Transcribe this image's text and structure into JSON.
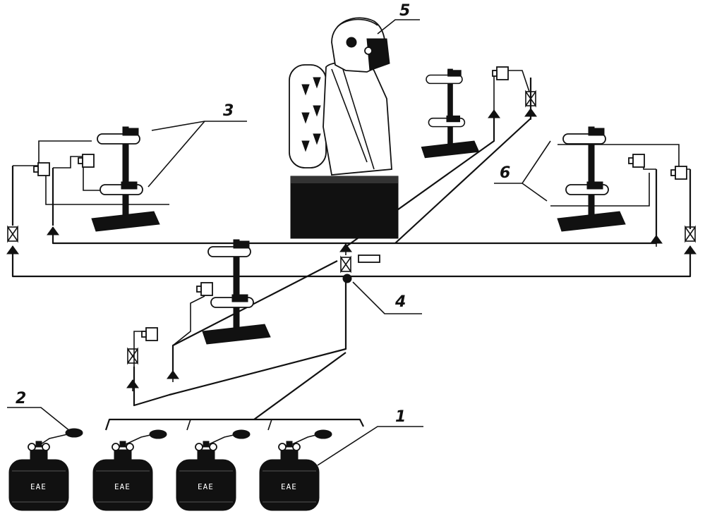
{
  "callouts": {
    "c1": "1",
    "c2": "2",
    "c3": "3",
    "c4": "4",
    "c5": "5",
    "c6": "6"
  },
  "cylinder_label": "EAE",
  "colors": {
    "ink": "#111111",
    "background": "#ffffff"
  },
  "components": {
    "cylinders": 4,
    "stands": 4,
    "mannequin": 1
  }
}
